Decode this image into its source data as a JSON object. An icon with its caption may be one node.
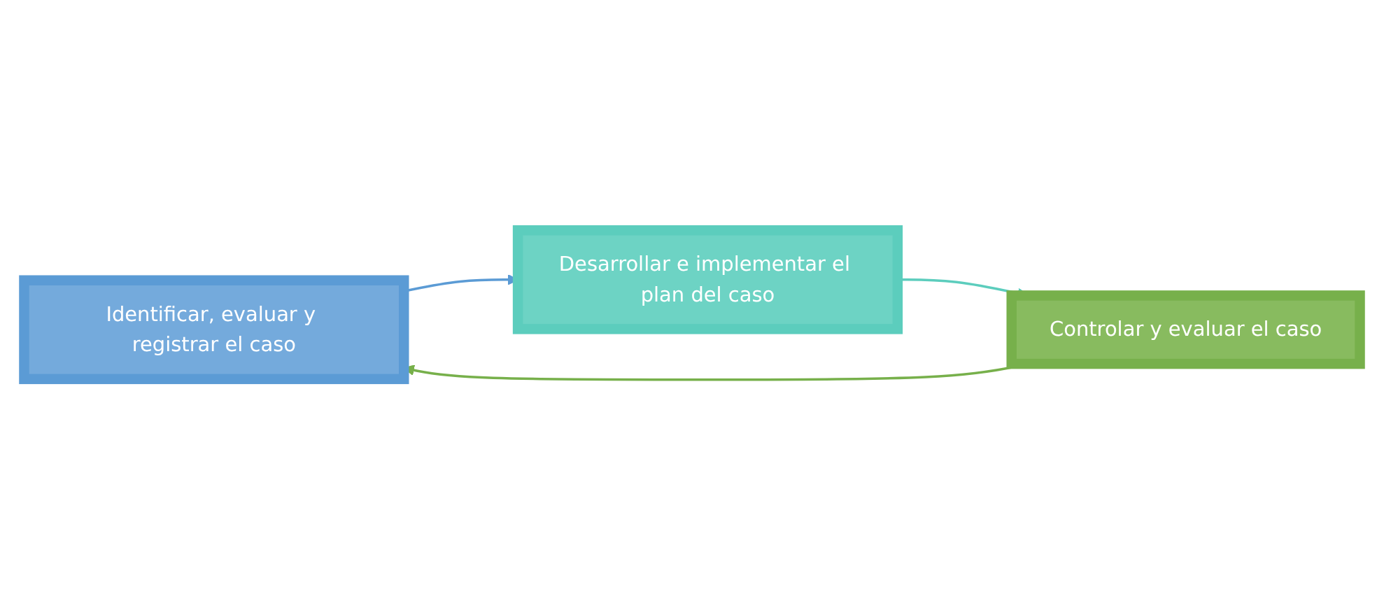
{
  "diagram": {
    "nodes": [
      {
        "text": [
          "Identificar, evaluar y registrar el caso"
        ]
      },
      {
        "text": [
          "Desarrollar e implementar el plan del caso"
        ]
      },
      {
        "text": [
          "Controlar y evaluar el caso"
        ]
      }
    ],
    "edges": [
      {
        "from": 0,
        "to": 1,
        "arrow": "to",
        "color": "#5b9bd5"
      },
      {
        "from": 1,
        "to": 2,
        "arrow": "to",
        "color": "#5ccdbd"
      },
      {
        "from": 2,
        "to": 0,
        "arrow": "to",
        "color": "#77b04b"
      }
    ]
  }
}
